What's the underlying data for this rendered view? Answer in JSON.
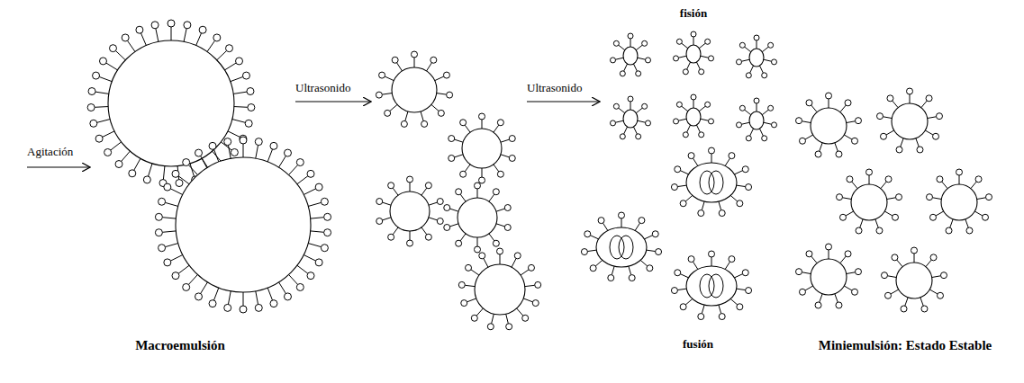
{
  "diagram": {
    "labels": [
      "Agitación",
      "Macroemulsión",
      "Ultrasonido",
      "Ultrasonido",
      "fisión",
      "fusión",
      "Miniemulsión: Estado Estable"
    ]
  }
}
